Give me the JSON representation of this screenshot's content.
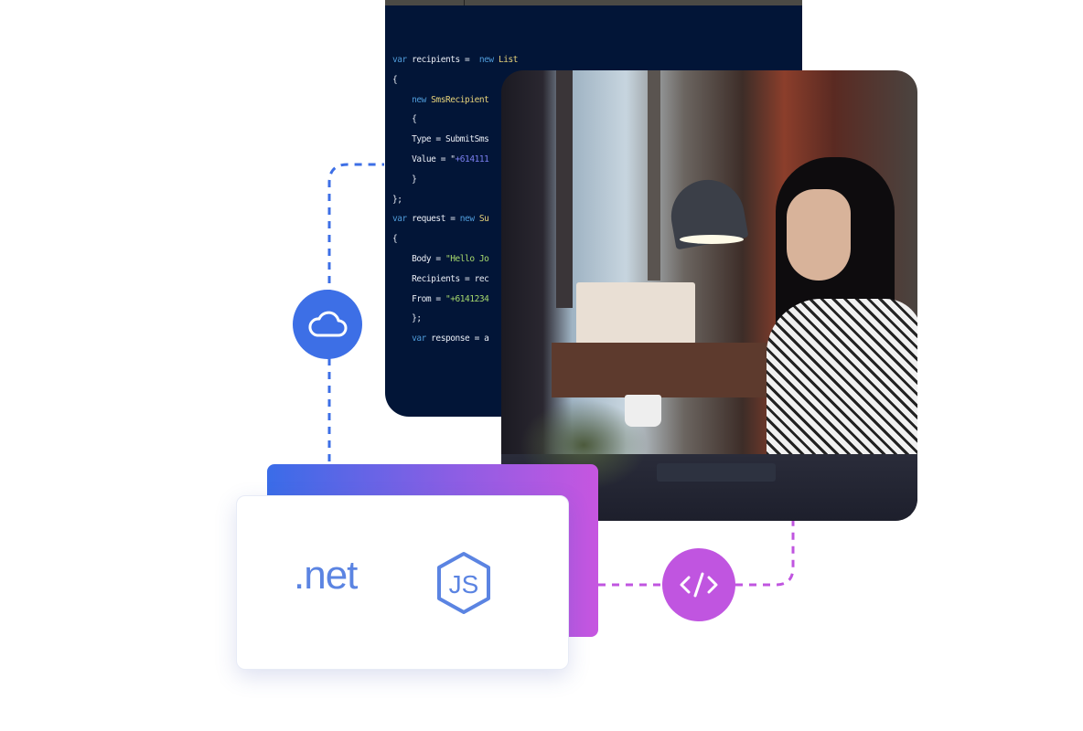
{
  "code_panel": {
    "lines": [
      {
        "kw": "var",
        "text": " recipients =  ",
        "kw2": "new",
        "ty": " List"
      },
      {
        "text": "{"
      },
      {
        "kw": "    new",
        "ty": " SmsRecipient"
      },
      {
        "text": "    {"
      },
      {
        "text": "    Type = SubmitSms"
      },
      {
        "text": "    Value = \"",
        "num": "+614111"
      },
      {
        "text": "    }"
      },
      {
        "text": "};"
      },
      {
        "kw": "var",
        "text": " request = ",
        "kw2": "new",
        "ty": " Su"
      },
      {
        "text": "{"
      },
      {
        "text": "    Body = ",
        "str": "\"Hello Jo"
      },
      {
        "text": "    Recipients = rec"
      },
      {
        "text": "    From = ",
        "str": "\"+6141234"
      },
      {
        "text": "    };"
      },
      {
        "kw": "    var",
        "text": " response = a"
      }
    ]
  },
  "tech_card": {
    "dotnet_label": ".net",
    "nodejs_label": "JS"
  },
  "icons": {
    "cloud": "cloud-icon",
    "code": "code-brackets-icon"
  },
  "colors": {
    "code_bg": "#021537",
    "blue_accent": "#3d6fe6",
    "purple_accent": "#c055e0",
    "logo_blue": "#5b84e2"
  }
}
